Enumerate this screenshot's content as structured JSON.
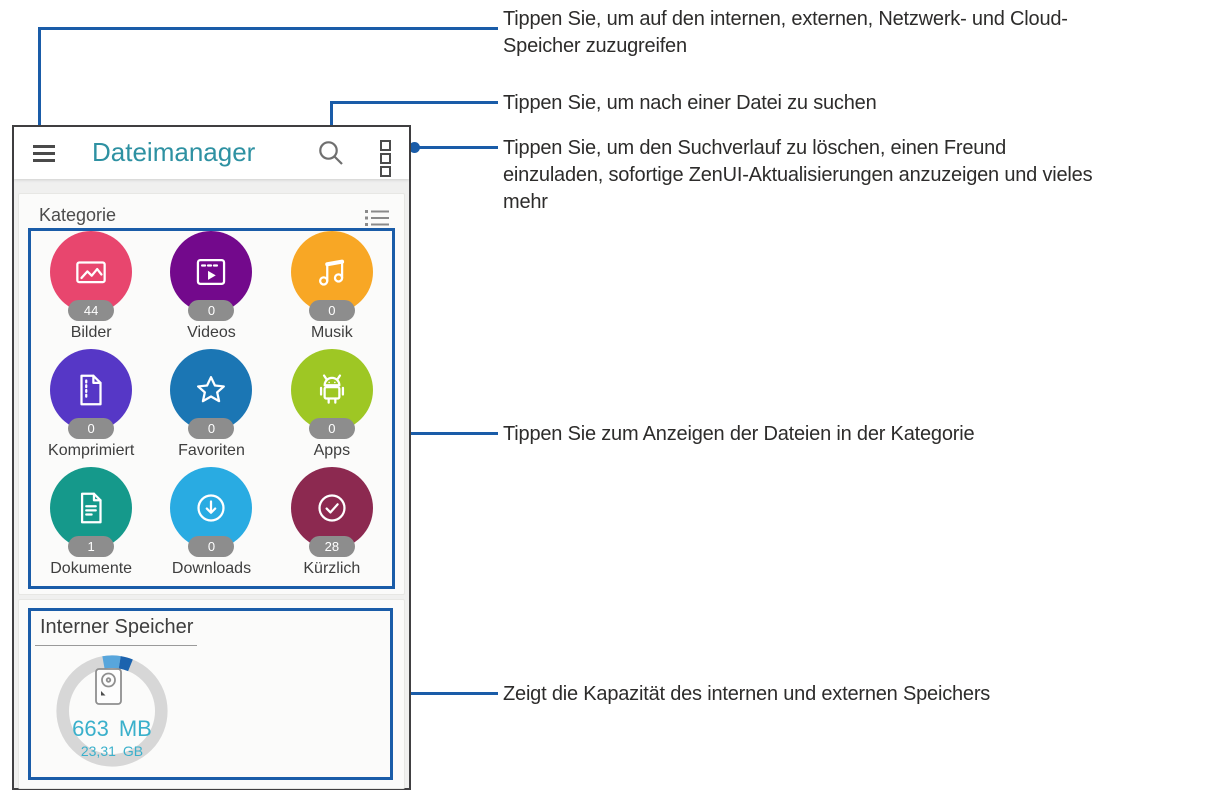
{
  "callouts": [
    {
      "id": "drawer",
      "text": "Tippen Sie, um auf den internen, externen, Netzwerk- und Cloud-\nSpeicher zuzugreifen"
    },
    {
      "id": "search",
      "text": "Tippen Sie, um nach einer Datei zu suchen"
    },
    {
      "id": "more",
      "text": "Tippen Sie, um den Suchverlauf zu löschen, einen Freund\neinzuladen, sofortige ZenUI-Aktualisierungen anzuzeigen und vieles\nmehr"
    },
    {
      "id": "category",
      "text": "Tippen Sie zum Anzeigen der Dateien in der Kategorie"
    },
    {
      "id": "storage",
      "text": "Zeigt die Kapazität des internen und externen Speichers"
    }
  ],
  "app": {
    "title": "Dateimanager",
    "icons": {
      "menu": "hamburger-menu-icon",
      "search": "search-icon",
      "more": "overflow-menu-icon",
      "view_switch": "list-view-icon",
      "storage": "hard-drive-icon"
    },
    "category_section": {
      "title": "Kategorie"
    },
    "categories": [
      {
        "label": "Bilder",
        "count": "44",
        "color": "#e8466e",
        "icon": "images-icon"
      },
      {
        "label": "Videos",
        "count": "0",
        "color": "#73098c",
        "icon": "video-icon"
      },
      {
        "label": "Musik",
        "count": "0",
        "color": "#f8a725",
        "icon": "music-icon"
      },
      {
        "label": "Komprimiert",
        "count": "0",
        "color": "#5637c6",
        "icon": "zip-file-icon"
      },
      {
        "label": "Favoriten",
        "count": "0",
        "color": "#1b76b4",
        "icon": "star-icon"
      },
      {
        "label": "Apps",
        "count": "0",
        "color": "#9ec724",
        "icon": "android-icon"
      },
      {
        "label": "Dokumente",
        "count": "1",
        "color": "#15998b",
        "icon": "document-icon"
      },
      {
        "label": "Downloads",
        "count": "0",
        "color": "#29abe2",
        "icon": "download-icon"
      },
      {
        "label": "Kürzlich",
        "count": "28",
        "color": "#8c2950",
        "icon": "check-circle-icon"
      }
    ],
    "storage_section": {
      "title": "Interner Speicher",
      "used_value": "663",
      "used_unit": "MB",
      "total_value": "23,31",
      "total_unit": "GB"
    }
  },
  "colors": {
    "callout_blue": "#1a5ca8",
    "app_title_teal": "#2e91a2",
    "storage_text_cyan": "#3ab0cb",
    "badge_gray": "#8d8d8d",
    "ring_gray": "#d7d7d7",
    "ring_light_blue": "#58a6dc",
    "ring_dark_blue": "#1c63ae",
    "phone_border": "#414042"
  }
}
